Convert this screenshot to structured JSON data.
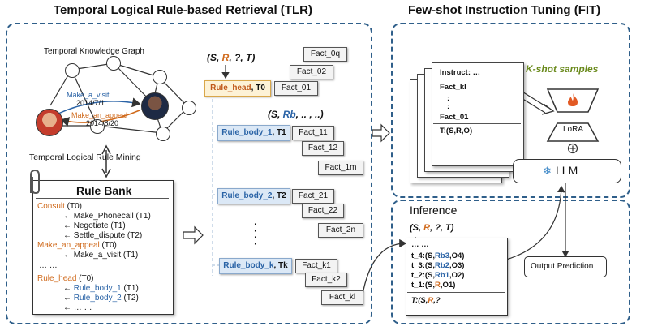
{
  "titles": {
    "tlr": "Temporal Logical Rule-based Retrieval (TLR)",
    "fit": "Few-shot Instruction Tuning (FIT)"
  },
  "tkg": {
    "label": "Temporal Knowledge Graph",
    "edge1": "Make_a_visit",
    "edge1_date": "2014/7/1",
    "edge2": "Make_an_appeal",
    "edge2_date": "2014/8/20"
  },
  "mining_label": "Temporal Logical Rule Mining",
  "rule_bank": {
    "title": "Rule Bank",
    "consult": "Consult",
    "consult_t": " (T0)",
    "r1": "← Make_Phonecall (T1)",
    "r2": "← Negotiate (T1)",
    "r3": "← Settle_dispute (T2)",
    "appeal": "Make_an_appeal",
    "appeal_t": " (T0)",
    "r4": "← Make_a_visit (T1)",
    "dots1": "… …",
    "head": "Rule_head",
    "head_t": " (T0)",
    "r5a": "← ",
    "r5b": "Rule_body_1",
    "r5c": " (T1)",
    "r6a": "← ",
    "r6b": "Rule_body_2",
    "r6c": " (T2)",
    "r7": "← … …"
  },
  "query": {
    "s": "(S, ",
    "r": "R",
    "rest": ", ?,  T)"
  },
  "query_body": {
    "s": "(S, ",
    "rb": "Rb",
    "rest": ", .. , ..)"
  },
  "rules": {
    "head_name": "Rule_head",
    "head_t": ", T0",
    "b1_name": "Rule_body_1",
    "b1_t": ", T1",
    "b2_name": "Rule_body_2",
    "b2_t": ", T2",
    "bk_name": "Rule_body_k",
    "bk_t": ", Tk"
  },
  "facts": {
    "f0q": "Fact_0q",
    "f02": "Fact_02",
    "f01": "Fact_01",
    "f11": "Fact_11",
    "f12": "Fact_12",
    "f1m": "Fact_1m",
    "f21": "Fact_21",
    "f22": "Fact_22",
    "f2n": "Fact_2n",
    "fk1": "Fact_k1",
    "fk2": "Fact_k2",
    "fkl": "Fact_kl"
  },
  "fit": {
    "instruct": "Instruct: …",
    "fact_kl": "Fact_kl",
    "dots": ":",
    "fact_01": "Fact_01",
    "t_line": "T:(S,R,O)",
    "kshot": "K-shot samples",
    "lora": "LoRA",
    "llm": "LLM"
  },
  "inference": {
    "title": "Inference",
    "q_s": "(S, ",
    "q_r": "R",
    "q_rest": ", ?,  T)",
    "dots": "… …",
    "l4a": "t_4:(S,",
    "l4b": "Rb3",
    "l4c": ",O4)",
    "l3a": "t_3:(S,",
    "l3b": "Rb2",
    "l3c": ",O3)",
    "l2a": "t_2:(S,",
    "l2b": "Rb1",
    "l2c": ",O2)",
    "l1a": "t_1:(S,",
    "l1b": "R",
    "l1c": ",O1)",
    "qa": "T:(S,",
    "qb": "R",
    "qc": ",?",
    "output": "Output Prediction"
  },
  "colors": {
    "panel_border": "#2f5f8a",
    "orange": "#d06a1c",
    "blue": "#2a63a6",
    "green": "#6a8a1c"
  }
}
